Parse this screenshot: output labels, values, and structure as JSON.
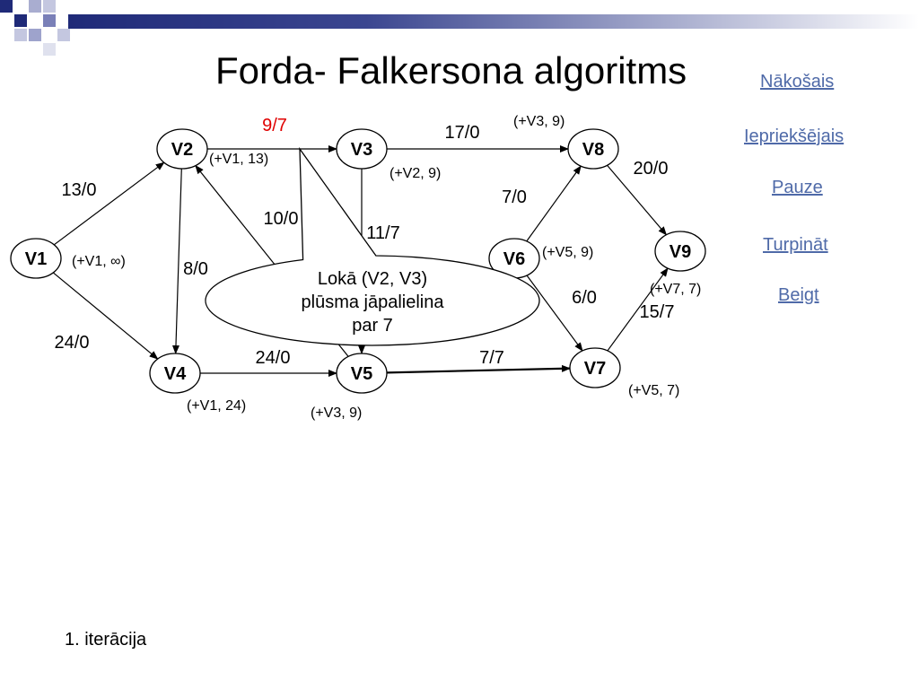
{
  "title": "Forda- Falkersona algoritms",
  "nav": {
    "next": "Nākošais",
    "prev": "Iepriekšējais",
    "pause": "Pauze ",
    "continue": "Turpināt ",
    "end": "Beigt"
  },
  "footer": "1. iterācija",
  "colors": {
    "highlight": "#e00000",
    "link": "#4f6aa8",
    "bar_blue": "#1f2a78"
  },
  "graph": {
    "nodes": [
      {
        "id": "V1",
        "label": "V1"
      },
      {
        "id": "V2",
        "label": "V2"
      },
      {
        "id": "V3",
        "label": "V3"
      },
      {
        "id": "V4",
        "label": "V4"
      },
      {
        "id": "V5",
        "label": "V5"
      },
      {
        "id": "V6",
        "label": "V6"
      },
      {
        "id": "V7",
        "label": "V7"
      },
      {
        "id": "V8",
        "label": "V8"
      },
      {
        "id": "V9",
        "label": "V9"
      }
    ],
    "edges": [
      {
        "from": "V1",
        "to": "V2",
        "label": "13/0"
      },
      {
        "from": "V1",
        "to": "V4",
        "label": "24/0"
      },
      {
        "from": "V2",
        "to": "V3",
        "label": "9/7",
        "highlight": true
      },
      {
        "from": "V2",
        "to": "V4",
        "label": "8/0"
      },
      {
        "from": "V5",
        "to": "V2",
        "label": "10/0"
      },
      {
        "from": "V3",
        "to": "V8",
        "label": "17/0"
      },
      {
        "from": "V3",
        "to": "V5",
        "label": "11/7"
      },
      {
        "from": "V4",
        "to": "V5",
        "label": "24/0"
      },
      {
        "from": "V5",
        "to": "V7",
        "label": "7/7"
      },
      {
        "from": "V6",
        "to": "V8",
        "label": "7/0"
      },
      {
        "from": "V6",
        "to": "V7",
        "label": "6/0"
      },
      {
        "from": "V8",
        "to": "V9",
        "label": "20/0"
      },
      {
        "from": "V7",
        "to": "V9",
        "label": "15/7"
      }
    ],
    "node_marks": [
      {
        "node": "V1",
        "text": "(+V1, ∞)"
      },
      {
        "node": "V2",
        "text": "(+V1, 13)"
      },
      {
        "node": "V3",
        "text": "(+V2, 9)"
      },
      {
        "node": "V8",
        "text": "(+V3, 9)"
      },
      {
        "node": "V6",
        "text": "(+V5, 9)"
      },
      {
        "node": "V9",
        "text": "(+V7, 7)"
      },
      {
        "node": "V7",
        "text": "(+V5, 7)"
      },
      {
        "node": "V4",
        "text": "(+V1, 24)"
      },
      {
        "node": "V5",
        "text": "(+V3, 9)"
      }
    ],
    "callout": [
      "Lokā (V2, V3)",
      "plūsma jāpalielina",
      "par 7"
    ]
  }
}
